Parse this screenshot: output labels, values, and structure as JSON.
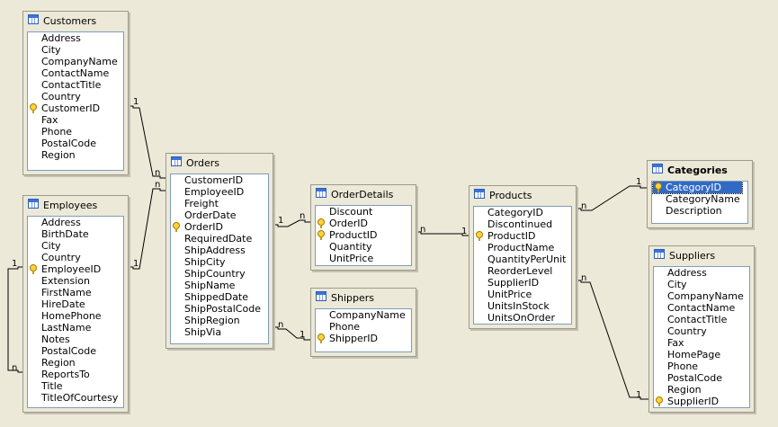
{
  "tables": {
    "customers": {
      "title": "Customers",
      "fields": [
        {
          "name": "Address",
          "key": false
        },
        {
          "name": "City",
          "key": false
        },
        {
          "name": "CompanyName",
          "key": false
        },
        {
          "name": "ContactName",
          "key": false
        },
        {
          "name": "ContactTitle",
          "key": false
        },
        {
          "name": "Country",
          "key": false
        },
        {
          "name": "CustomerID",
          "key": true
        },
        {
          "name": "Fax",
          "key": false
        },
        {
          "name": "Phone",
          "key": false
        },
        {
          "name": "PostalCode",
          "key": false
        },
        {
          "name": "Region",
          "key": false
        }
      ]
    },
    "employees": {
      "title": "Employees",
      "fields": [
        {
          "name": "Address",
          "key": false
        },
        {
          "name": "BirthDate",
          "key": false
        },
        {
          "name": "City",
          "key": false
        },
        {
          "name": "Country",
          "key": false
        },
        {
          "name": "EmployeeID",
          "key": true
        },
        {
          "name": "Extension",
          "key": false
        },
        {
          "name": "FirstName",
          "key": false
        },
        {
          "name": "HireDate",
          "key": false
        },
        {
          "name": "HomePhone",
          "key": false
        },
        {
          "name": "LastName",
          "key": false
        },
        {
          "name": "Notes",
          "key": false
        },
        {
          "name": "PostalCode",
          "key": false
        },
        {
          "name": "Region",
          "key": false
        },
        {
          "name": "ReportsTo",
          "key": false
        },
        {
          "name": "Title",
          "key": false
        },
        {
          "name": "TitleOfCourtesy",
          "key": false
        }
      ]
    },
    "orders": {
      "title": "Orders",
      "fields": [
        {
          "name": "CustomerID",
          "key": false
        },
        {
          "name": "EmployeeID",
          "key": false
        },
        {
          "name": "Freight",
          "key": false
        },
        {
          "name": "OrderDate",
          "key": false
        },
        {
          "name": "OrderID",
          "key": true
        },
        {
          "name": "RequiredDate",
          "key": false
        },
        {
          "name": "ShipAddress",
          "key": false
        },
        {
          "name": "ShipCity",
          "key": false
        },
        {
          "name": "ShipCountry",
          "key": false
        },
        {
          "name": "ShipName",
          "key": false
        },
        {
          "name": "ShippedDate",
          "key": false
        },
        {
          "name": "ShipPostalCode",
          "key": false
        },
        {
          "name": "ShipRegion",
          "key": false
        },
        {
          "name": "ShipVia",
          "key": false
        }
      ]
    },
    "orderdetails": {
      "title": "OrderDetails",
      "fields": [
        {
          "name": "Discount",
          "key": false
        },
        {
          "name": "OrderID",
          "key": true
        },
        {
          "name": "ProductID",
          "key": true
        },
        {
          "name": "Quantity",
          "key": false
        },
        {
          "name": "UnitPrice",
          "key": false
        }
      ]
    },
    "shippers": {
      "title": "Shippers",
      "fields": [
        {
          "name": "CompanyName",
          "key": false
        },
        {
          "name": "Phone",
          "key": false
        },
        {
          "name": "ShipperID",
          "key": true
        }
      ]
    },
    "products": {
      "title": "Products",
      "fields": [
        {
          "name": "CategoryID",
          "key": false
        },
        {
          "name": "Discontinued",
          "key": false
        },
        {
          "name": "ProductID",
          "key": true
        },
        {
          "name": "ProductName",
          "key": false
        },
        {
          "name": "QuantityPerUnit",
          "key": false
        },
        {
          "name": "ReorderLevel",
          "key": false
        },
        {
          "name": "SupplierID",
          "key": false
        },
        {
          "name": "UnitPrice",
          "key": false
        },
        {
          "name": "UnitsInStock",
          "key": false
        },
        {
          "name": "UnitsOnOrder",
          "key": false
        }
      ]
    },
    "categories": {
      "title": "Categories",
      "active": true,
      "fields": [
        {
          "name": "CategoryID",
          "key": true,
          "selected": true
        },
        {
          "name": "CategoryName",
          "key": false
        },
        {
          "name": "Description",
          "key": false
        }
      ]
    },
    "suppliers": {
      "title": "Suppliers",
      "fields": [
        {
          "name": "Address",
          "key": false
        },
        {
          "name": "City",
          "key": false
        },
        {
          "name": "CompanyName",
          "key": false
        },
        {
          "name": "ContactName",
          "key": false
        },
        {
          "name": "ContactTitle",
          "key": false
        },
        {
          "name": "Country",
          "key": false
        },
        {
          "name": "Fax",
          "key": false
        },
        {
          "name": "HomePage",
          "key": false
        },
        {
          "name": "Phone",
          "key": false
        },
        {
          "name": "PostalCode",
          "key": false
        },
        {
          "name": "Region",
          "key": false
        },
        {
          "name": "SupplierID",
          "key": true
        }
      ]
    }
  },
  "relations": [
    {
      "name": "customers-orders",
      "one": "1",
      "many": "n"
    },
    {
      "name": "employees-orders",
      "one": "1",
      "many": "n"
    },
    {
      "name": "employees-self",
      "one": "1",
      "many": "n"
    },
    {
      "name": "orders-orderdetails",
      "one": "1",
      "many": "n"
    },
    {
      "name": "shippers-orders",
      "one": "1",
      "many": "n"
    },
    {
      "name": "products-orderdetails",
      "one": "1",
      "many": "n"
    },
    {
      "name": "categories-products",
      "one": "1",
      "many": "n"
    },
    {
      "name": "suppliers-products",
      "one": "1",
      "many": "n"
    }
  ]
}
